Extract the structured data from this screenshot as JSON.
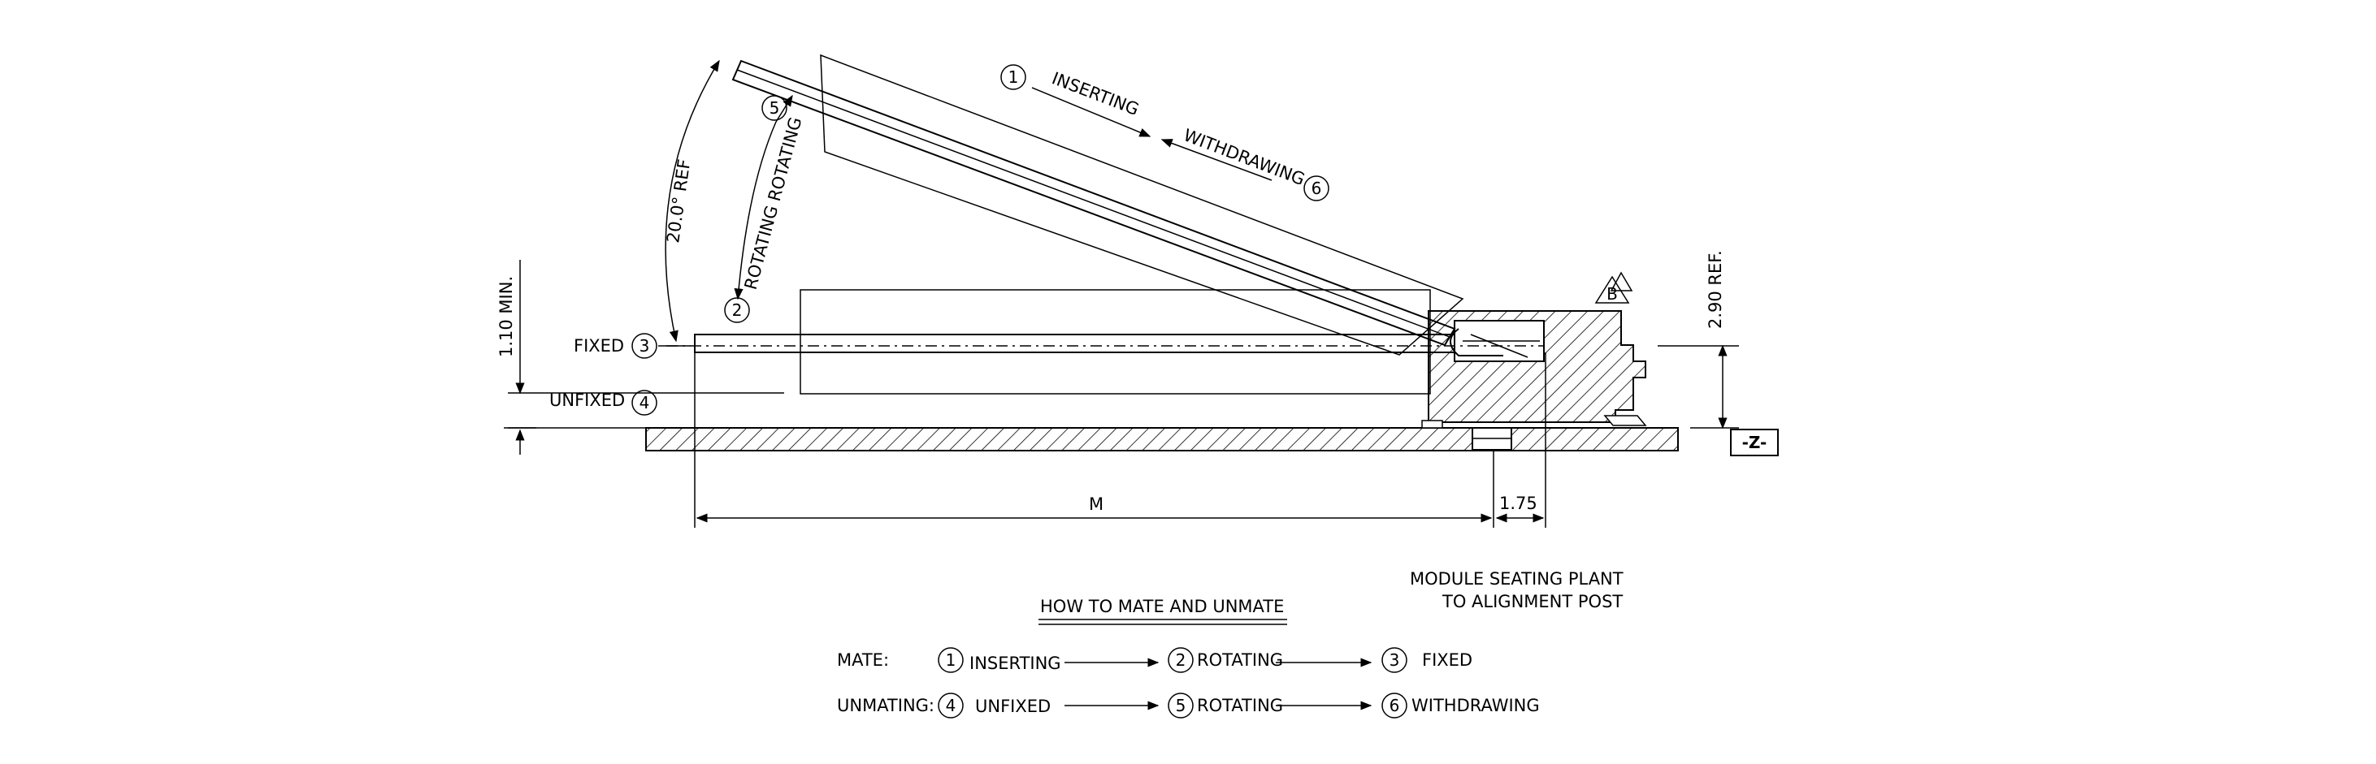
{
  "labels": {
    "inserting": "INSERTING",
    "withdrawing": "WITHDRAWING",
    "rotating_rotating": "ROTATING ROTATING",
    "angle_ref": "20.0° REF",
    "min_dim": "1.10 MIN.",
    "ref_dim": "2.90 REF.",
    "fixed": "FIXED",
    "unfixed": "UNFIXED",
    "datum": "-Z-",
    "datum_triangle": "B",
    "dim_m": "M",
    "dim_175": "1.75",
    "note_line1": "MODULE SEATING PLANT",
    "note_line2": "TO ALIGNMENT POST"
  },
  "steps": {
    "1": "1",
    "2": "2",
    "3": "3",
    "4": "4",
    "5": "5",
    "6": "6"
  },
  "legend": {
    "title": "HOW TO MATE AND UNMATE",
    "mate_label": "MATE:",
    "unmating_label": "UNMATING:",
    "mate": [
      "INSERTING",
      "ROTATING",
      "FIXED"
    ],
    "unmate": [
      "UNFIXED",
      "ROTATING",
      "WITHDRAWING"
    ]
  }
}
